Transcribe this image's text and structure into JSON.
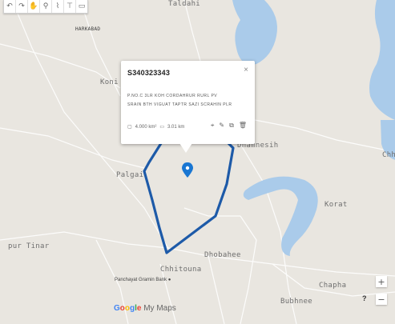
{
  "map": {
    "places": [
      {
        "key": "taldahi",
        "label": "Taldahi"
      },
      {
        "key": "harkabad",
        "label": "HARKABAD"
      },
      {
        "key": "koni",
        "label": "Koni"
      },
      {
        "key": "dhamneri",
        "label": "Dhamnesih"
      },
      {
        "key": "palgai",
        "label": "Palgai"
      },
      {
        "key": "korat",
        "label": "Korat"
      },
      {
        "key": "chh",
        "label": "Chh"
      },
      {
        "key": "tinar",
        "label": "pur Tinar"
      },
      {
        "key": "dhobahee",
        "label": "Dhobahee"
      },
      {
        "key": "chhitouna",
        "label": "Chhitouna"
      },
      {
        "key": "chapha",
        "label": "Chapha"
      },
      {
        "key": "bubhnee",
        "label": "Bubhnee"
      }
    ],
    "poi_label": "Panchayat Gramin Bank ●",
    "colors": {
      "water": "#aacbea",
      "polygon": "#1d5aa8",
      "marker": "#1976d2",
      "background": "#e9e6e0"
    }
  },
  "toolbar": {
    "tools": [
      {
        "name": "undo-icon",
        "glyph": "↶"
      },
      {
        "name": "redo-icon",
        "glyph": "↷"
      },
      {
        "name": "hand-icon",
        "glyph": "✋"
      },
      {
        "name": "marker-icon",
        "glyph": "⚲"
      },
      {
        "name": "line-icon",
        "glyph": "⌇"
      },
      {
        "name": "filter-icon",
        "glyph": "⊤"
      },
      {
        "name": "ruler-icon",
        "glyph": "▭"
      }
    ]
  },
  "popup": {
    "title": "S340323343",
    "close": "×",
    "lines": [
      "P.NO.C 3LR KOH CORDAHRUR RURL PV",
      "SRAIN BTH VIGUAT TAPTR SAZI SCRAHIN PLR"
    ],
    "area": "4.000 km²",
    "length": "3.01 km",
    "actions": {
      "style": "⌖",
      "edit": "✎",
      "copy": "⧉",
      "delete": "🗑"
    }
  },
  "controls": {
    "zoom_in": "+",
    "zoom_out": "−",
    "help": "?"
  },
  "branding": {
    "google": [
      "G",
      "o",
      "o",
      "g",
      "l",
      "e"
    ],
    "suffix": " My Maps"
  }
}
